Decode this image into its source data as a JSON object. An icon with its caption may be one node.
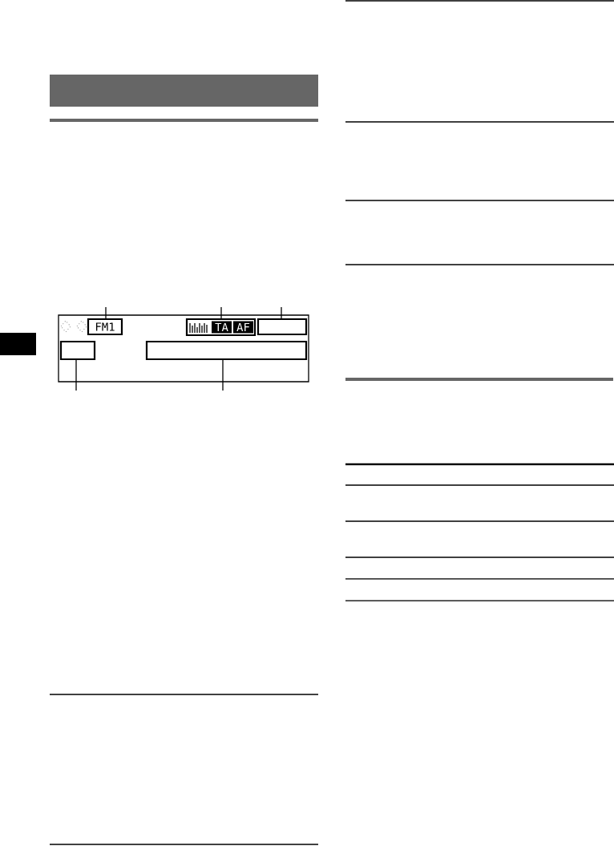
{
  "diagram": {
    "nodes": [
      {
        "text": [],
        "shape": "bar"
      },
      {
        "text": [],
        "shape": "box"
      },
      {
        "text": [
          "FM1"
        ],
        "in": 1
      },
      {
        "text": [
          "TA",
          "AF"
        ],
        "in": 1
      },
      {
        "text": [],
        "shape": "box",
        "in": 1
      },
      {
        "text": [],
        "shape": "box",
        "in": 1
      },
      {
        "text": [],
        "shape": "box",
        "in": 1
      }
    ],
    "edges": [
      {
        "from": null,
        "to": 2,
        "arrow": "none"
      },
      {
        "from": null,
        "to": 3,
        "arrow": "none"
      },
      {
        "from": null,
        "to": 4,
        "arrow": "none"
      },
      {
        "from": null,
        "to": 5,
        "arrow": "none"
      },
      {
        "from": null,
        "to": 6,
        "arrow": "none"
      }
    ]
  }
}
